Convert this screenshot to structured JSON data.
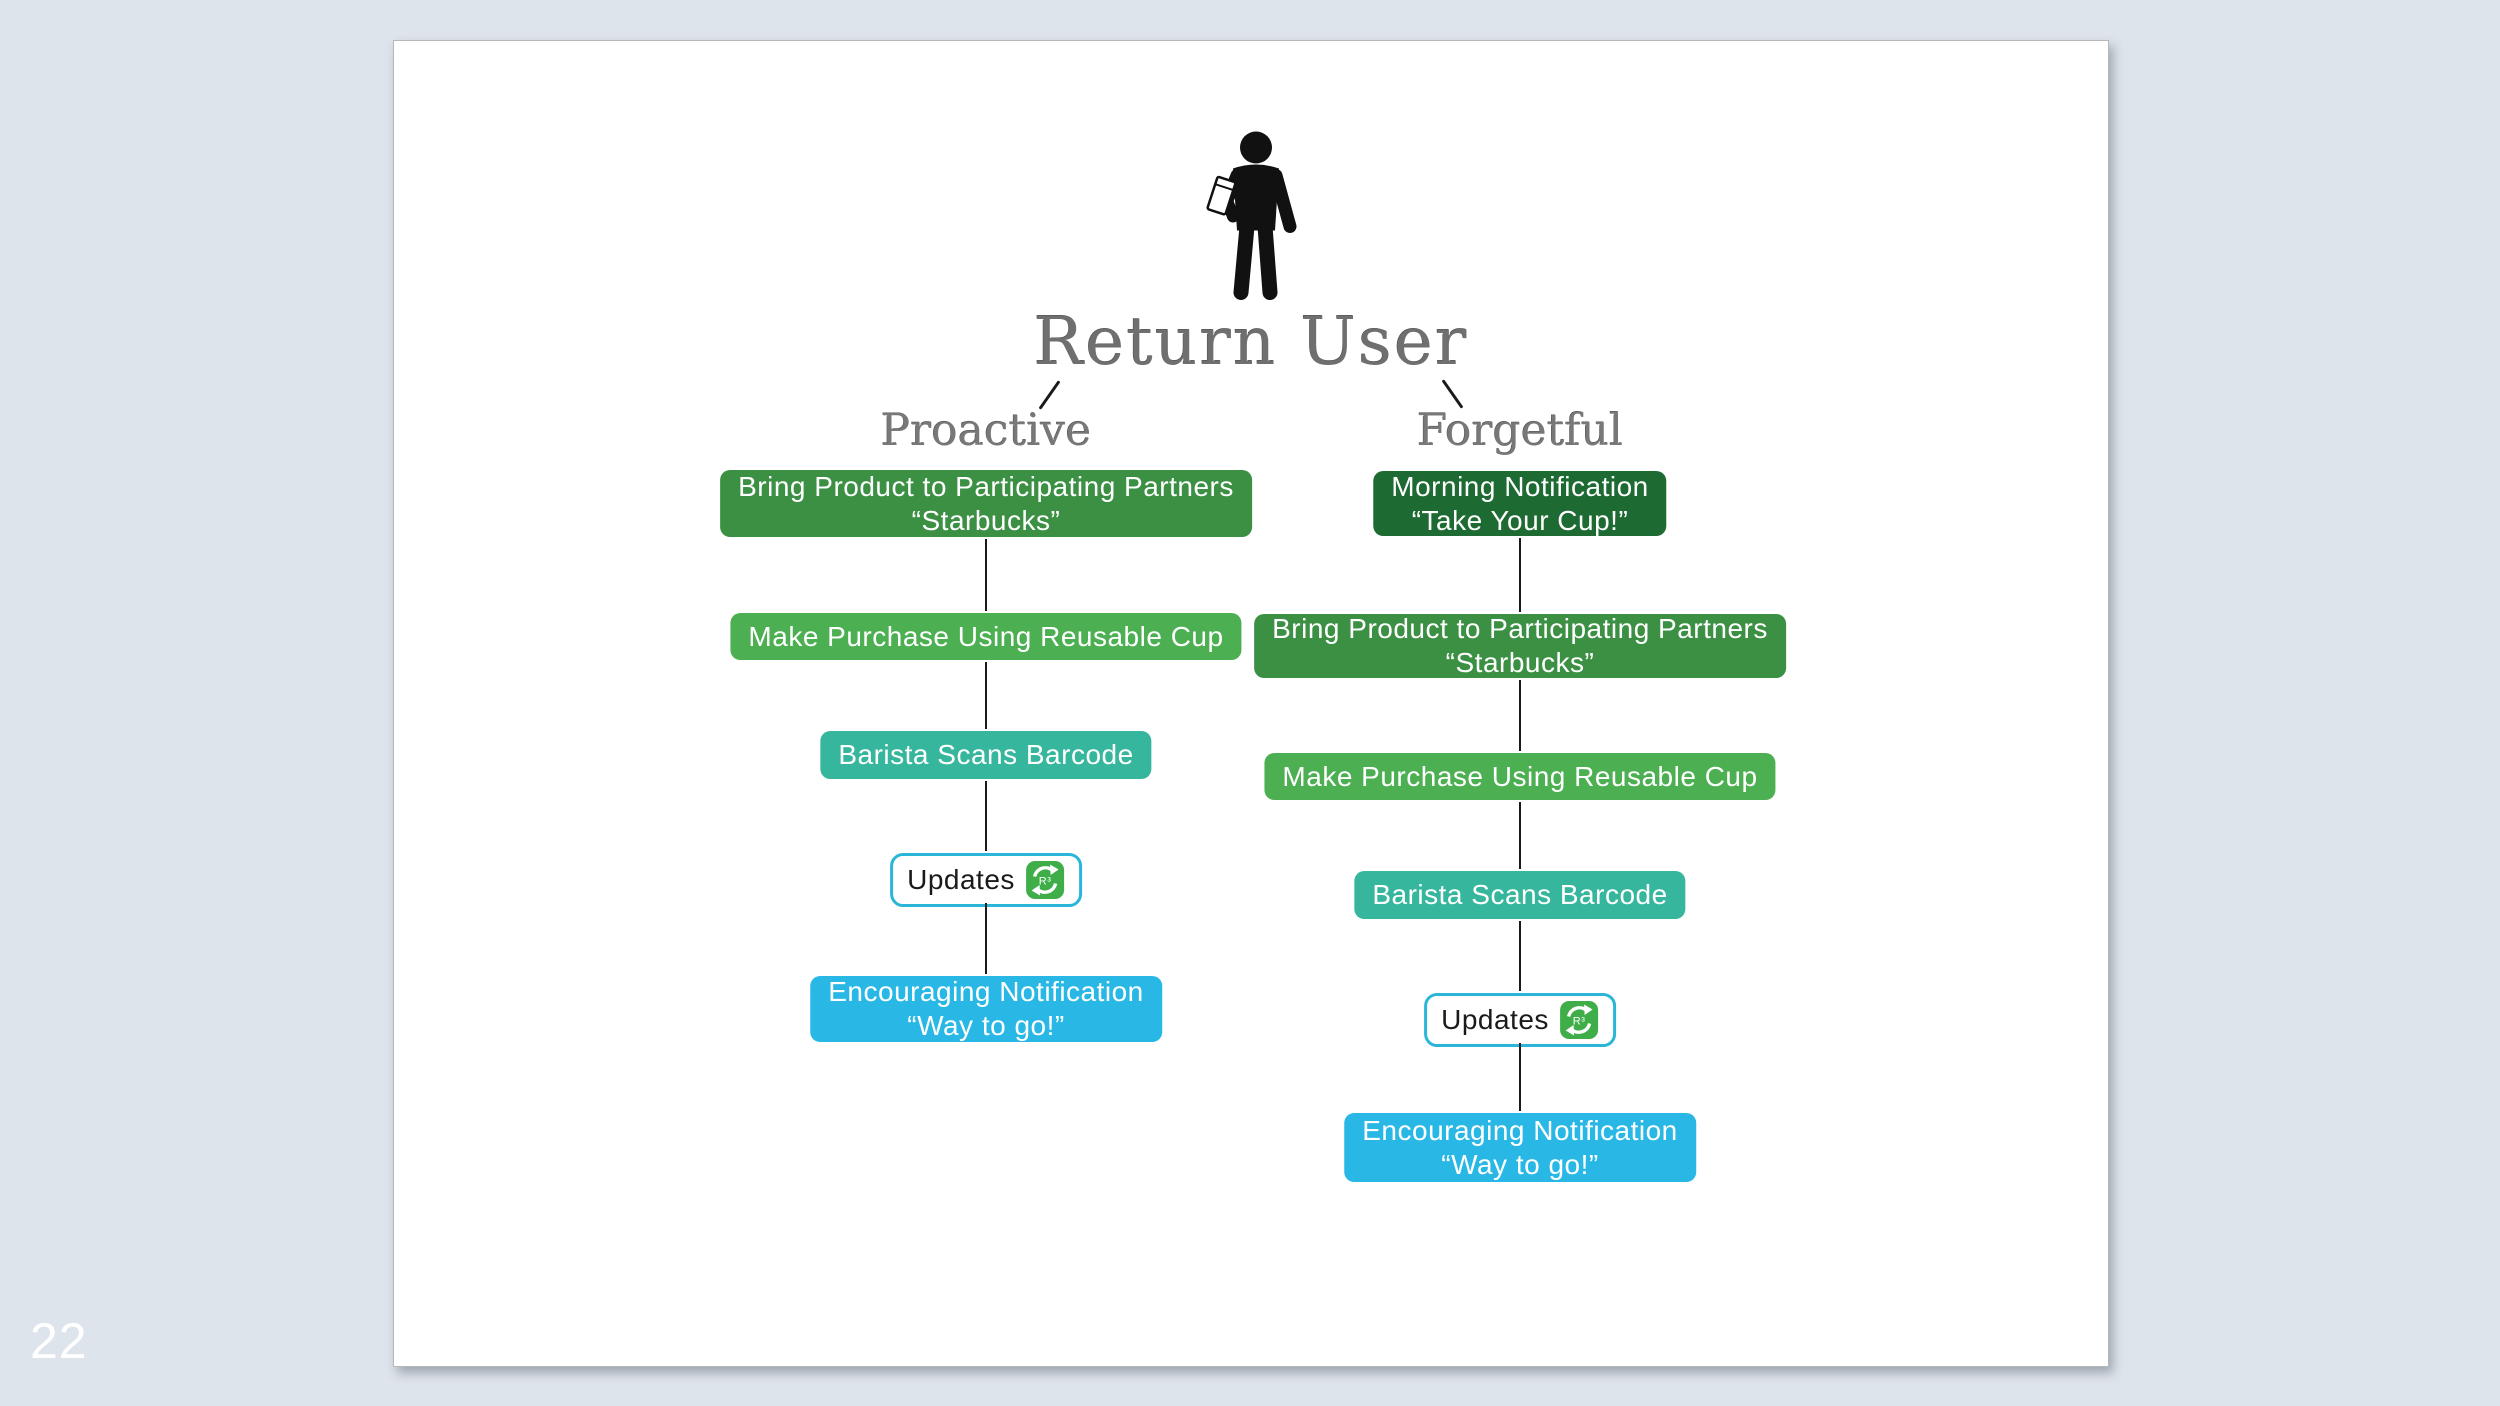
{
  "page": {
    "number": "22",
    "background_color": "#dee4eb"
  },
  "slide": {
    "background_color": "#ffffff"
  },
  "header": {
    "title": "Return User",
    "person_icon": "person-holding-cup-icon"
  },
  "branches": [
    {
      "label": "Proactive",
      "steps": [
        {
          "line1": "Bring Product to Participating Partners",
          "line2": "“Starbucks”",
          "color": "#3c9044",
          "style": "solid"
        },
        {
          "line1": "Make Purchase Using Reusable Cup",
          "color": "#4cb052",
          "style": "solid"
        },
        {
          "line1": "Barista Scans Barcode",
          "color": "#36b69c",
          "style": "solid"
        },
        {
          "line1": "Updates",
          "color": "#29b6d9",
          "style": "outline",
          "icon": "r3-refresh-app-icon"
        },
        {
          "line1": "Encouraging Notification",
          "line2": "“Way to go!”",
          "color": "#29b8e5",
          "style": "solid"
        }
      ]
    },
    {
      "label": "Forgetful",
      "steps": [
        {
          "line1": "Morning Notification",
          "line2": "“Take Your Cup!”",
          "color": "#1d6a33",
          "style": "solid"
        },
        {
          "line1": "Bring Product to Participating Partners",
          "line2": "“Starbucks”",
          "color": "#3c9044",
          "style": "solid"
        },
        {
          "line1": "Make Purchase Using Reusable Cup",
          "color": "#4cb052",
          "style": "solid"
        },
        {
          "line1": "Barista Scans Barcode",
          "color": "#36b69c",
          "style": "solid"
        },
        {
          "line1": "Updates",
          "color": "#29b6d9",
          "style": "outline",
          "icon": "r3-refresh-app-icon"
        },
        {
          "line1": "Encouraging Notification",
          "line2": "“Way to go!”",
          "color": "#29b8e5",
          "style": "solid"
        }
      ]
    }
  ],
  "icons": {
    "updates_badge_text": "R³"
  }
}
